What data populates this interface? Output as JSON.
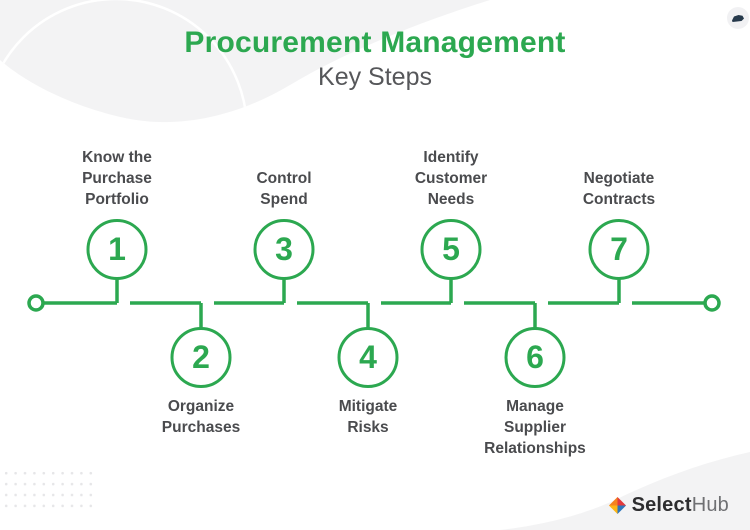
{
  "header": {
    "title": "Procurement Management",
    "subtitle": "Key Steps"
  },
  "timeline": {
    "steps": [
      {
        "number": "1",
        "label": "Know the\nPurchase\nPortfolio",
        "side": "top"
      },
      {
        "number": "2",
        "label": "Organize\nPurchases",
        "side": "bottom"
      },
      {
        "number": "3",
        "label": "Control\nSpend",
        "side": "top"
      },
      {
        "number": "4",
        "label": "Mitigate\nRisks",
        "side": "bottom"
      },
      {
        "number": "5",
        "label": "Identify\nCustomer\nNeeds",
        "side": "top"
      },
      {
        "number": "6",
        "label": "Manage\nSupplier\nRelationships",
        "side": "bottom"
      },
      {
        "number": "7",
        "label": "Negotiate\nContracts",
        "side": "top"
      }
    ]
  },
  "branding": {
    "logo_bold": "Select",
    "logo_light": "Hub"
  },
  "colors": {
    "accent_green": "#2ca850",
    "label_text": "#4a4b4e",
    "subtitle_text": "#56575a",
    "decor_gray": "#f3f3f4",
    "badge_glyph_navy": "#26394b",
    "logo_orange": "#f6821f",
    "logo_yellow": "#fdb515",
    "logo_red": "#e23a3c",
    "logo_blue": "#2e77bc"
  }
}
